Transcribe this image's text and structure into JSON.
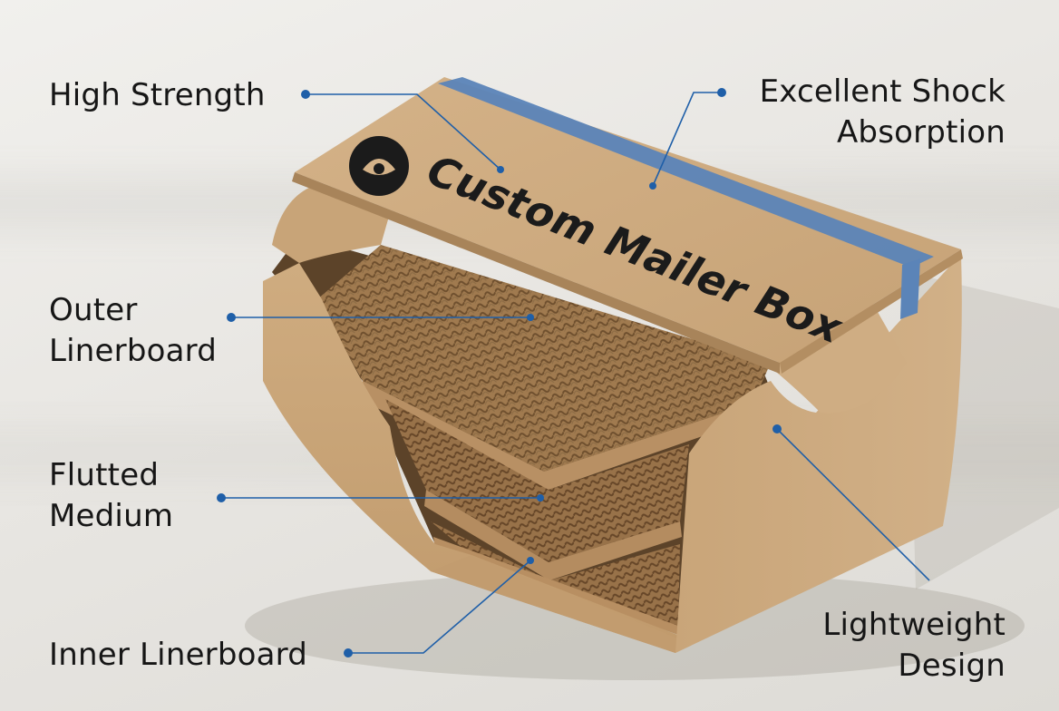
{
  "box": {
    "brand_text": "Custom Mailer Box",
    "tape_color": "#5b84b8",
    "cardboard_color": "#c9a77c"
  },
  "callouts": {
    "high_strength": {
      "line1": "High Strength"
    },
    "shock_absorption": {
      "line1": "Excellent Shock",
      "line2": "Absorption"
    },
    "outer_linerboard": {
      "line1": "Outer",
      "line2": "Linerboard"
    },
    "flutted_medium": {
      "line1": "Flutted",
      "line2": "Medium"
    },
    "inner_linerboard": {
      "line1": "Inner Linerboard"
    },
    "lightweight_design": {
      "line1": "Lightweight",
      "line2": "Design"
    }
  },
  "leader_color": "#1f5fa8"
}
